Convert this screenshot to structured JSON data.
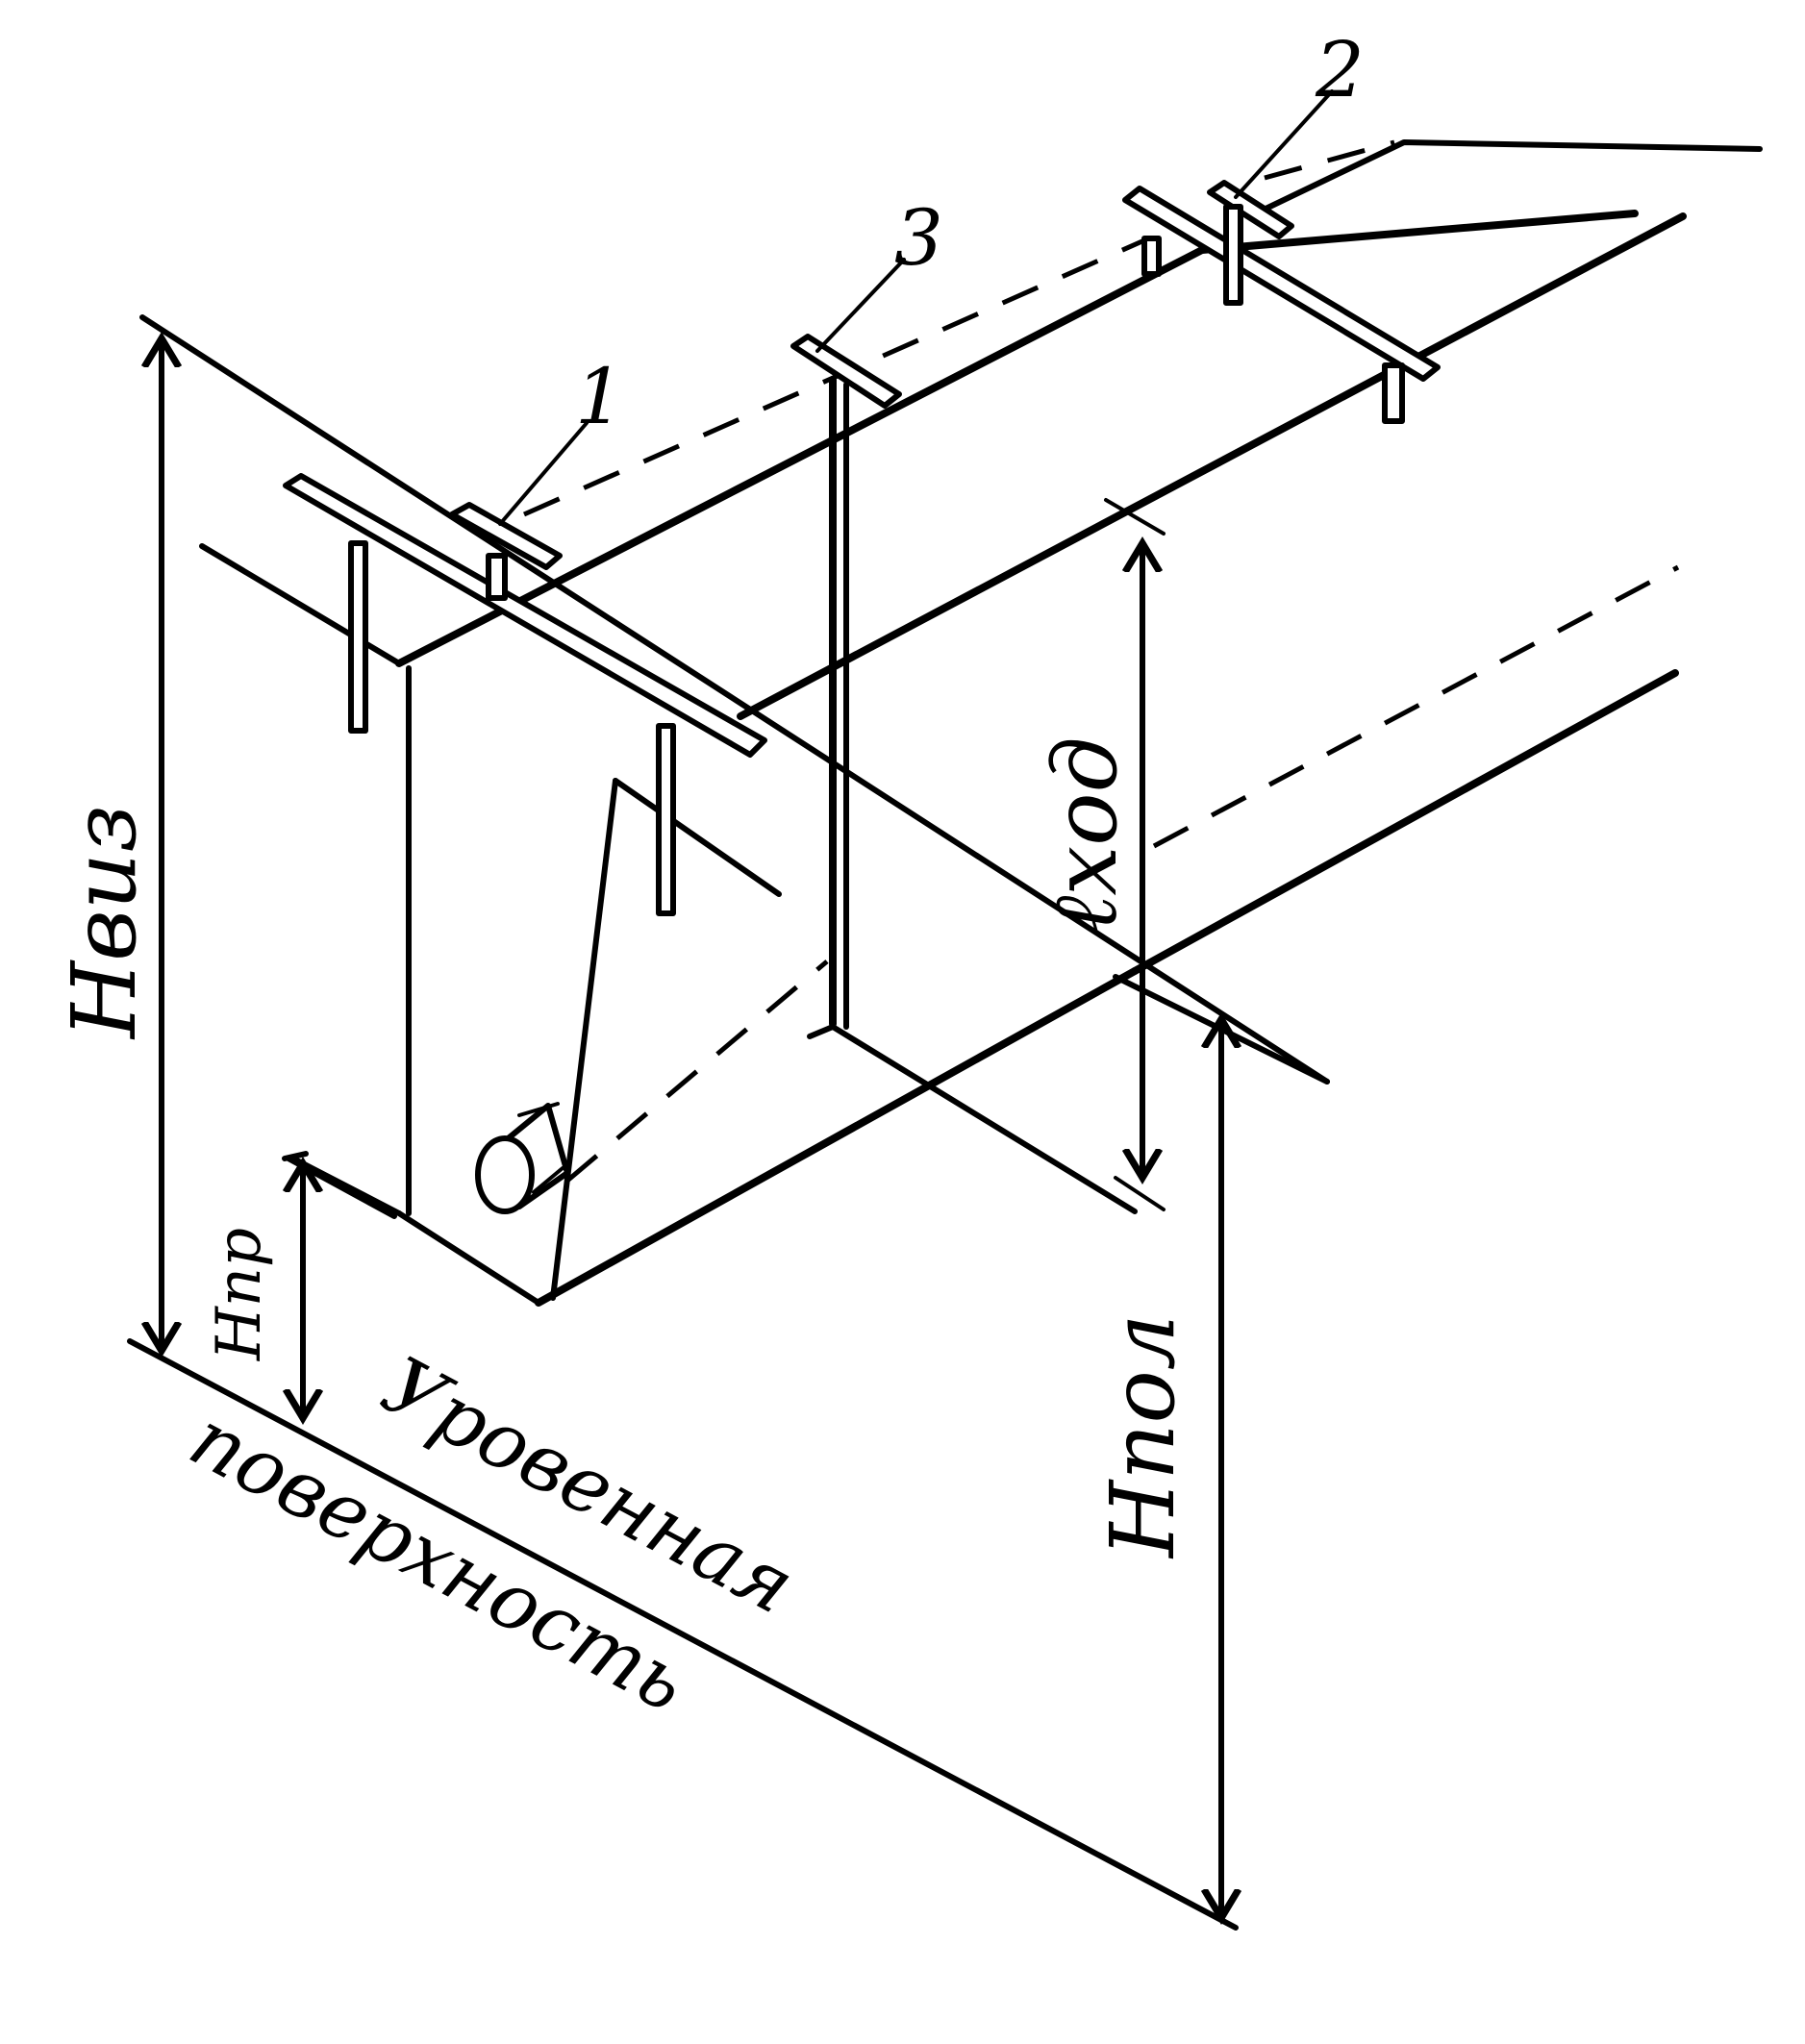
{
  "labels": {
    "h_viz": "Hвиз",
    "h_pr": "Hпр",
    "h_pol": "Hпол",
    "l_hod": "ℓход",
    "surface_line1": "Уровенная",
    "surface_line2": "поверхность",
    "marker_1": "1",
    "marker_2": "2",
    "marker_3": "3"
  }
}
